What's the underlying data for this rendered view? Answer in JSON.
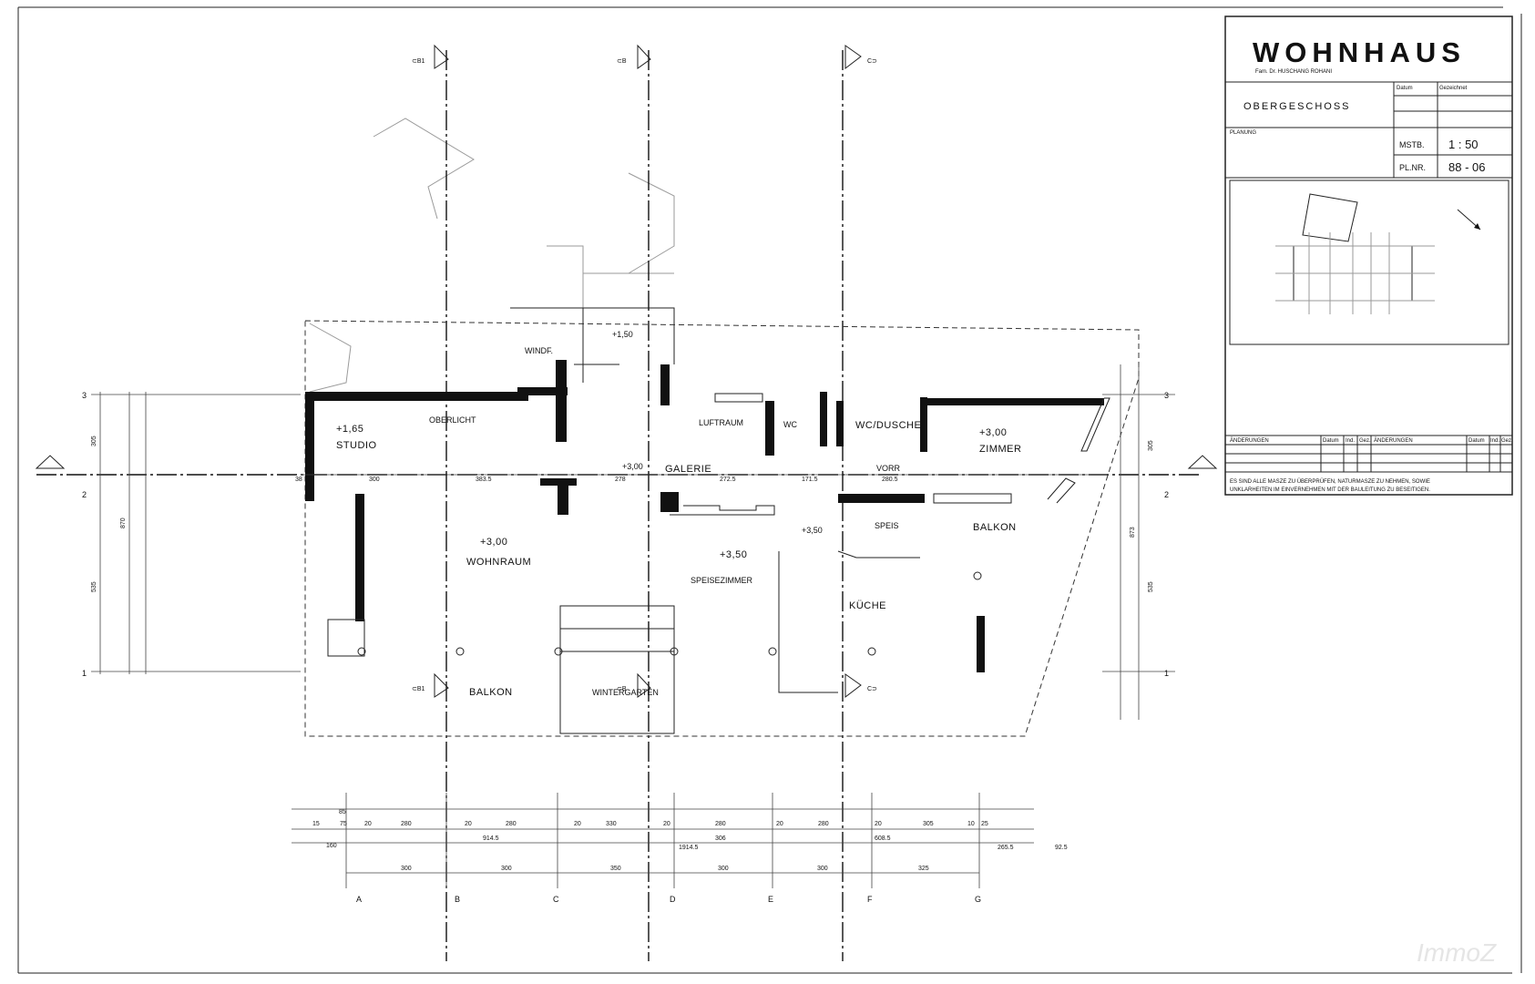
{
  "title_block": {
    "title": "WOHNHAUS",
    "owner": "Fam. Dr. HUSCHANG  ROHANI",
    "sheet": "OBERGESCHOSS",
    "header_gezeichnet": "Gezeichnet",
    "header_datum": "Datum",
    "label_planung": "PLANUNG",
    "label_mstb": "MSTB.",
    "mstb": "1 : 50",
    "label_plnr": "PL.NR.",
    "plnr": "88 - 06",
    "label_aenderungen": "ÄNDERUNGEN",
    "col_datum": "Datum",
    "col_ind": "Ind.",
    "col_gez": "Gez.",
    "note_line1": "ES SIND ALLE MASZE ZU ÜBERPRÜFEN, NATURMASZE ZU NEHMEN, SOWIE",
    "note_line2": "UNKLARHEITEN IM EINVERNEHMEN MIT DER BAULEITUNG ZU BESEITIGEN."
  },
  "rooms": {
    "studio": "STUDIO",
    "studio_level": "+1,65",
    "oberlicht": "OBERLICHT",
    "windf": "WINDF.",
    "entry_level": "+1,50",
    "wohnraum": "WOHNRAUM",
    "wohnraum_level": "+3,00",
    "galerie": "GALERIE",
    "galerie_level": "+3,00",
    "luftraum": "LUFTRAUM",
    "wc": "WC",
    "wc_dusche": "WC/DUSCHE",
    "vorr": "VORR",
    "zimmer": "ZIMMER",
    "zimmer_level": "+3,00",
    "speis": "SPEIS",
    "speisezimmer": "SPEISEZIMMER",
    "speisezimmer_level": "+3,50",
    "kueche": "KÜCHE",
    "kueche_level": "+3,50",
    "balkon_left": "BALKON",
    "balkon_right": "BALKON",
    "wintergarten": "WINTERGARTEN"
  },
  "axes": {
    "columns": [
      "A",
      "B",
      "C",
      "D",
      "E",
      "F",
      "G"
    ],
    "rows": [
      "3",
      "2",
      "1"
    ]
  },
  "dimensions": {
    "bottom_chain_1": [
      "300",
      "300",
      "350",
      "300",
      "300",
      "325"
    ],
    "bottom_chain_2": [
      "15",
      "75",
      "20",
      "280",
      "20",
      "280",
      "20",
      "330",
      "20",
      "280",
      "20",
      "280",
      "20",
      "305",
      "10",
      "25"
    ],
    "bottom_chain_3": [
      "160",
      "914.5",
      "1914.5",
      "306",
      "608.5",
      "265.5",
      "92.5"
    ],
    "bottom_chain_top": "85",
    "left_chain": [
      "305",
      "870",
      "535"
    ],
    "right_chain": [
      "305",
      "873",
      "535"
    ],
    "interior": [
      "38",
      "300",
      "383.5",
      "278",
      "272.5",
      "280.5",
      "171.5"
    ]
  },
  "watermark": "ImmoZ"
}
